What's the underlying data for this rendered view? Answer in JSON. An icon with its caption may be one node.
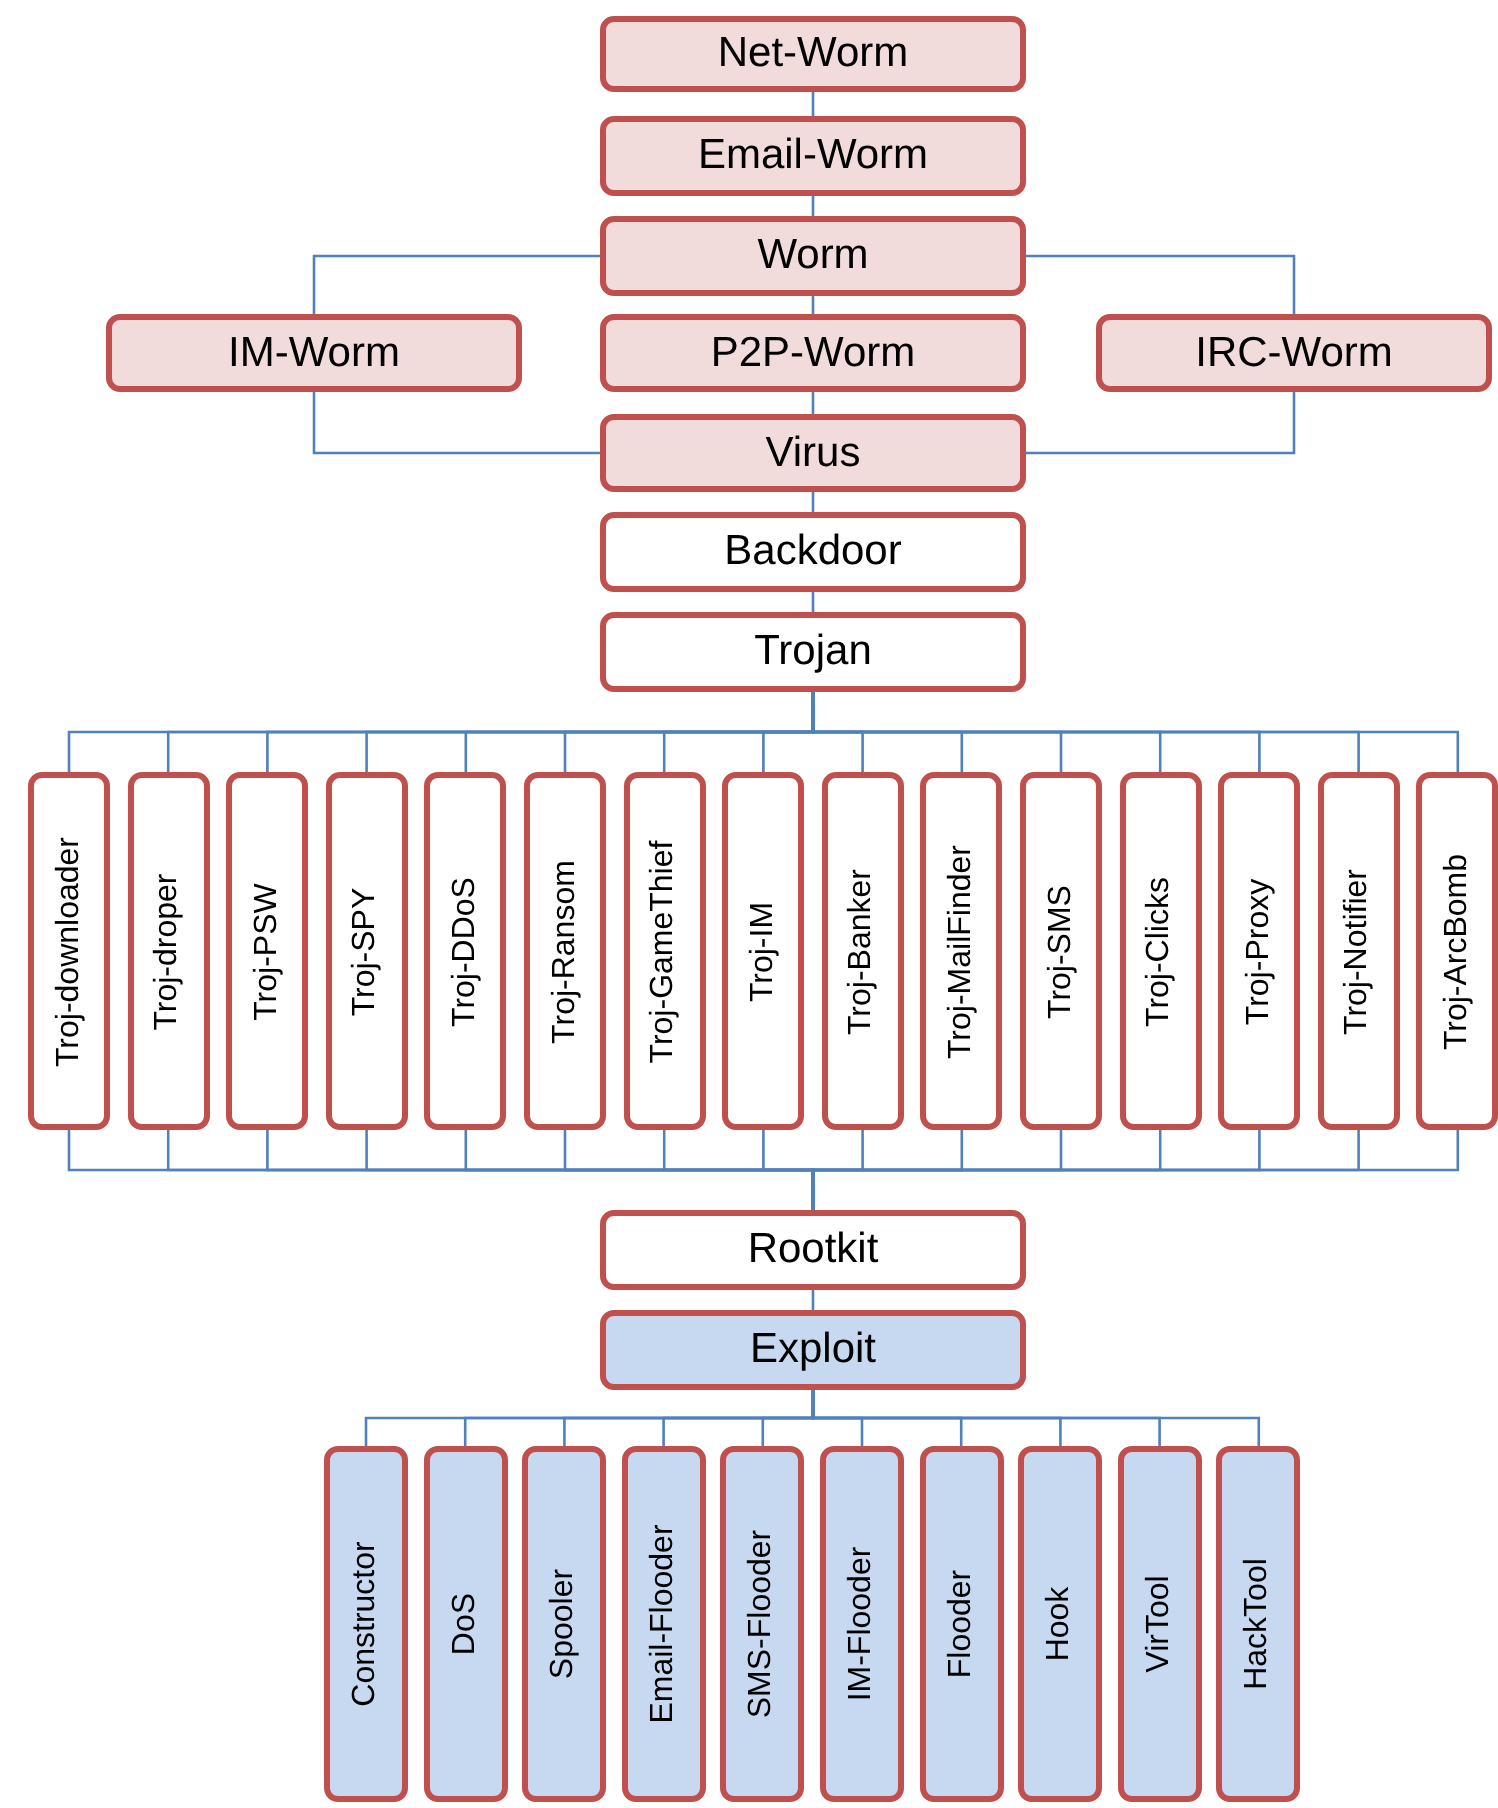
{
  "diagram": {
    "nodes": [
      {
        "text": [
          "Net-Worm"
        ]
      },
      {
        "text": [
          "Email-Worm"
        ]
      },
      {
        "text": [
          "Worm"
        ]
      },
      {
        "text": [
          "IM-Worm"
        ]
      },
      {
        "text": [
          "P2P-Worm"
        ]
      },
      {
        "text": [
          "IRC-Worm"
        ]
      },
      {
        "text": [
          "Virus"
        ]
      },
      {
        "text": [
          "Backdoor"
        ]
      },
      {
        "text": [
          "Trojan"
        ]
      },
      {
        "text": [
          "Troj-downloader"
        ]
      },
      {
        "text": [
          "Troj-droper"
        ]
      },
      {
        "text": [
          "Troj-PSW"
        ]
      },
      {
        "text": [
          "Troj-SPY"
        ]
      },
      {
        "text": [
          "Troj-DDoS"
        ]
      },
      {
        "text": [
          "Troj-Ransom"
        ]
      },
      {
        "text": [
          "Troj-GameThief"
        ]
      },
      {
        "text": [
          "Troj-IM"
        ]
      },
      {
        "text": [
          "Troj-Banker"
        ]
      },
      {
        "text": [
          "Troj-MailFinder"
        ]
      },
      {
        "text": [
          "Troj-SMS"
        ]
      },
      {
        "text": [
          "Troj-Clicks"
        ]
      },
      {
        "text": [
          "Troj-Proxy"
        ]
      },
      {
        "text": [
          "Troj-Notifier"
        ]
      },
      {
        "text": [
          "Troj-ArcBomb"
        ]
      },
      {
        "text": [
          "Rootkit"
        ]
      },
      {
        "text": [
          "Exploit"
        ]
      },
      {
        "text": [
          "Constructor"
        ]
      },
      {
        "text": [
          "DoS"
        ]
      },
      {
        "text": [
          "Spooler"
        ]
      },
      {
        "text": [
          "Email-Flooder"
        ]
      },
      {
        "text": [
          "SMS-Flooder"
        ]
      },
      {
        "text": [
          "IM-Flooder"
        ]
      },
      {
        "text": [
          "Flooder"
        ]
      },
      {
        "text": [
          "Hook"
        ]
      },
      {
        "text": [
          "VirTool"
        ]
      },
      {
        "text": [
          "HackTool"
        ]
      }
    ],
    "edges": [
      {
        "from": 0,
        "to": 1,
        "arrow": "none"
      },
      {
        "from": 1,
        "to": 2,
        "arrow": "none"
      },
      {
        "from": 2,
        "to": 3,
        "arrow": "none"
      },
      {
        "from": 2,
        "to": 4,
        "arrow": "none"
      },
      {
        "from": 2,
        "to": 5,
        "arrow": "none"
      },
      {
        "from": 3,
        "to": 6,
        "arrow": "none"
      },
      {
        "from": 4,
        "to": 6,
        "arrow": "none"
      },
      {
        "from": 5,
        "to": 6,
        "arrow": "none"
      },
      {
        "from": 6,
        "to": 7,
        "arrow": "none"
      },
      {
        "from": 7,
        "to": 8,
        "arrow": "none"
      },
      {
        "from": 8,
        "to": 9,
        "arrow": "none"
      },
      {
        "from": 8,
        "to": 10,
        "arrow": "none"
      },
      {
        "from": 8,
        "to": 11,
        "arrow": "none"
      },
      {
        "from": 8,
        "to": 12,
        "arrow": "none"
      },
      {
        "from": 8,
        "to": 13,
        "arrow": "none"
      },
      {
        "from": 8,
        "to": 14,
        "arrow": "none"
      },
      {
        "from": 8,
        "to": 15,
        "arrow": "none"
      },
      {
        "from": 8,
        "to": 16,
        "arrow": "none"
      },
      {
        "from": 8,
        "to": 17,
        "arrow": "none"
      },
      {
        "from": 8,
        "to": 18,
        "arrow": "none"
      },
      {
        "from": 8,
        "to": 19,
        "arrow": "none"
      },
      {
        "from": 8,
        "to": 20,
        "arrow": "none"
      },
      {
        "from": 8,
        "to": 21,
        "arrow": "none"
      },
      {
        "from": 8,
        "to": 22,
        "arrow": "none"
      },
      {
        "from": 8,
        "to": 23,
        "arrow": "none"
      },
      {
        "from": 9,
        "to": 24,
        "arrow": "none"
      },
      {
        "from": 10,
        "to": 24,
        "arrow": "none"
      },
      {
        "from": 11,
        "to": 24,
        "arrow": "none"
      },
      {
        "from": 12,
        "to": 24,
        "arrow": "none"
      },
      {
        "from": 13,
        "to": 24,
        "arrow": "none"
      },
      {
        "from": 14,
        "to": 24,
        "arrow": "none"
      },
      {
        "from": 15,
        "to": 24,
        "arrow": "none"
      },
      {
        "from": 16,
        "to": 24,
        "arrow": "none"
      },
      {
        "from": 17,
        "to": 24,
        "arrow": "none"
      },
      {
        "from": 18,
        "to": 24,
        "arrow": "none"
      },
      {
        "from": 19,
        "to": 24,
        "arrow": "none"
      },
      {
        "from": 20,
        "to": 24,
        "arrow": "none"
      },
      {
        "from": 21,
        "to": 24,
        "arrow": "none"
      },
      {
        "from": 22,
        "to": 24,
        "arrow": "none"
      },
      {
        "from": 23,
        "to": 24,
        "arrow": "none"
      },
      {
        "from": 24,
        "to": 25,
        "arrow": "none"
      },
      {
        "from": 25,
        "to": 26,
        "arrow": "none"
      },
      {
        "from": 25,
        "to": 27,
        "arrow": "none"
      },
      {
        "from": 25,
        "to": 28,
        "arrow": "none"
      },
      {
        "from": 25,
        "to": 29,
        "arrow": "none"
      },
      {
        "from": 25,
        "to": 30,
        "arrow": "none"
      },
      {
        "from": 25,
        "to": 31,
        "arrow": "none"
      },
      {
        "from": 25,
        "to": 32,
        "arrow": "none"
      },
      {
        "from": 25,
        "to": 33,
        "arrow": "none"
      },
      {
        "from": 25,
        "to": 34,
        "arrow": "none"
      },
      {
        "from": 25,
        "to": 35,
        "arrow": "none"
      }
    ]
  }
}
